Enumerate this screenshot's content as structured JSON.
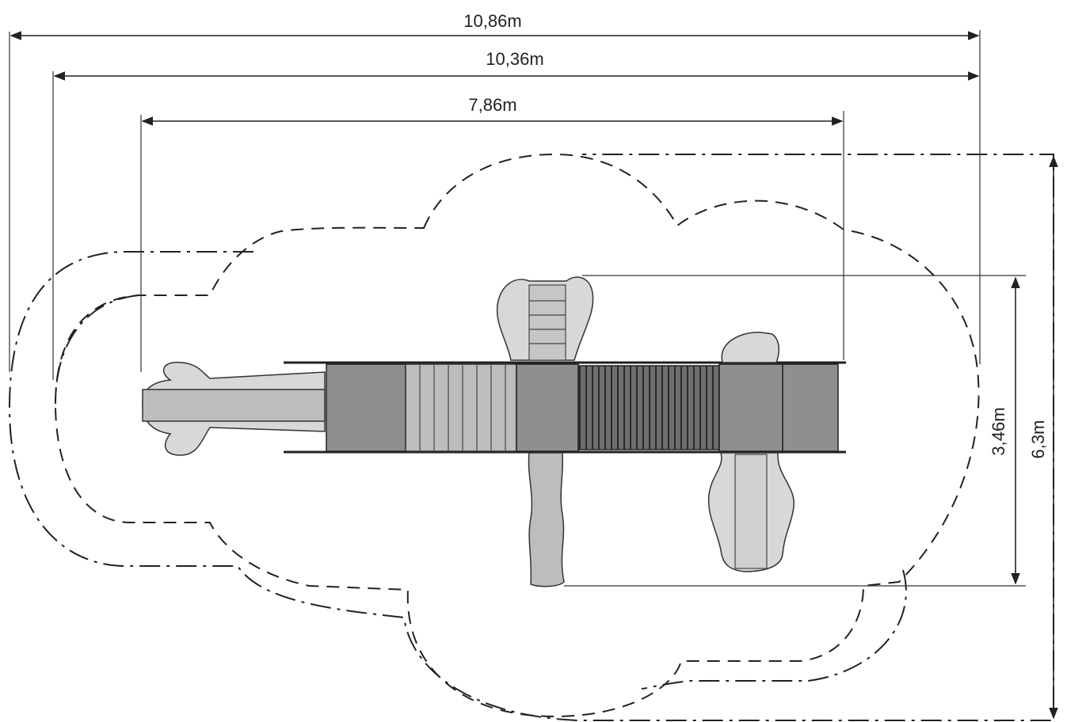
{
  "dimensions": {
    "overall_width": "10,86m",
    "zone_width": "10,36m",
    "equipment_width": "7,86m",
    "equipment_depth": "3,46m",
    "overall_depth": "6,3m"
  },
  "colors": {
    "ink": "#222222",
    "light_fill": "#d8d8d8",
    "mid_fill": "#bdbdbd",
    "dark_fill": "#8f8f8f"
  }
}
